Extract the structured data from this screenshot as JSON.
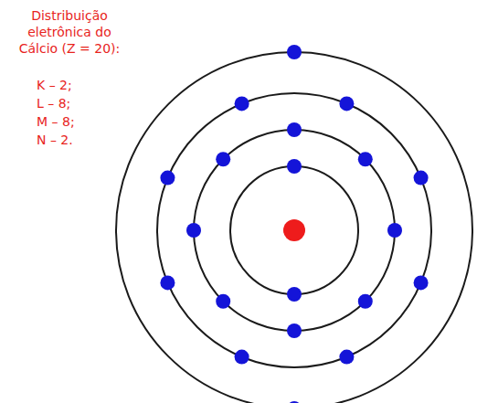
{
  "diagram": {
    "title": "Distribuição eletrônica do Cálcio (Z = 20):",
    "labels": [
      "K – 2;",
      "L – 8;",
      "M – 8;",
      "N – 2."
    ]
  }
}
